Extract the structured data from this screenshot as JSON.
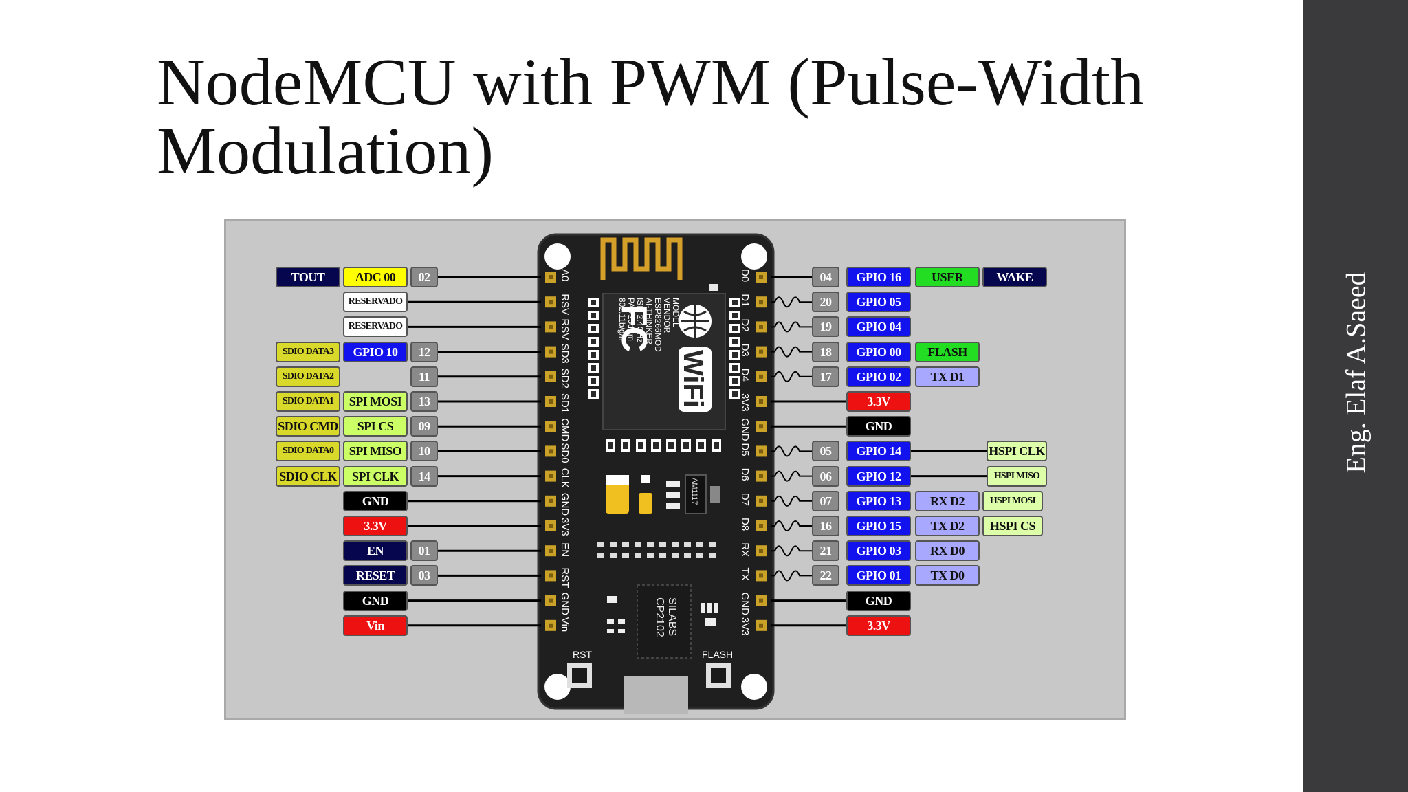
{
  "slide": {
    "title_line1": "NodeMCU with PWM (Pulse-Width",
    "title_line2": "Modulation)",
    "author": "Eng. Elaf A.Saeed"
  },
  "colors": {
    "navy": "#06064e",
    "yellow": "#ffff00",
    "white": "#ffffff",
    "olive": "#d9d92b",
    "blue": "#1212ee",
    "lime": "#ccff66",
    "black": "#000000",
    "red": "#ee1111",
    "green": "#22dd22",
    "lavender": "#a8a8ff",
    "pale": "#ddffaa",
    "gray": "#8a8a8a"
  },
  "board": {
    "left_pins": [
      "A0",
      "RSV",
      "RSV",
      "SD3",
      "SD2",
      "SD1",
      "CMD",
      "SD0",
      "CLK",
      "GND",
      "3V3",
      "EN",
      "RST",
      "GND",
      "Vin"
    ],
    "right_pins": [
      "D0",
      "D1",
      "D2",
      "D3",
      "D4",
      "3V3",
      "GND",
      "D5",
      "D6",
      "D7",
      "D8",
      "RX",
      "TX",
      "GND",
      "3V3"
    ],
    "module_text": [
      "MODEL",
      "VENDOR",
      "ESP8266MOD",
      "AI-THINKER",
      "ISM 2.4GHz",
      "PA +25dBm",
      "802.11b/g/n"
    ],
    "wifi_text": "WiFi",
    "fc_text": "FC",
    "regulator": "AM1117",
    "chip_text": [
      "SILABS",
      "CP2102"
    ],
    "rst_label": "RST",
    "flash_label": "FLASH"
  },
  "left_rows": [
    {
      "labels": [
        {
          "t": "TOUT",
          "c": "navy"
        },
        {
          "t": "ADC 00",
          "c": "yellow"
        },
        {
          "t": "02",
          "c": "gray"
        }
      ]
    },
    {
      "labels": [
        {
          "t": "RESERVADO",
          "c": "white"
        }
      ]
    },
    {
      "labels": [
        {
          "t": "RESERVADO",
          "c": "white"
        }
      ]
    },
    {
      "labels": [
        {
          "t": "SDIO DATA3",
          "c": "olive"
        },
        {
          "t": "GPIO 10",
          "c": "blue"
        },
        {
          "t": "12",
          "c": "gray"
        }
      ]
    },
    {
      "labels": [
        {
          "t": "SDIO DATA2",
          "c": "olive"
        },
        {
          "t": "11",
          "c": "gray"
        }
      ]
    },
    {
      "labels": [
        {
          "t": "SDIO DATA1",
          "c": "olive"
        },
        {
          "t": "SPI MOSI",
          "c": "lime"
        },
        {
          "t": "13",
          "c": "gray"
        }
      ]
    },
    {
      "labels": [
        {
          "t": "SDIO CMD",
          "c": "olive"
        },
        {
          "t": "SPI CS",
          "c": "lime"
        },
        {
          "t": "09",
          "c": "gray"
        }
      ]
    },
    {
      "labels": [
        {
          "t": "SDIO DATA0",
          "c": "olive"
        },
        {
          "t": "SPI MISO",
          "c": "lime"
        },
        {
          "t": "10",
          "c": "gray"
        }
      ]
    },
    {
      "labels": [
        {
          "t": "SDIO CLK",
          "c": "olive"
        },
        {
          "t": "SPI CLK",
          "c": "lime"
        },
        {
          "t": "14",
          "c": "gray"
        }
      ]
    },
    {
      "labels": [
        {
          "t": "GND",
          "c": "black"
        }
      ]
    },
    {
      "labels": [
        {
          "t": "3.3V",
          "c": "red"
        }
      ]
    },
    {
      "labels": [
        {
          "t": "EN",
          "c": "navy"
        },
        {
          "t": "01",
          "c": "gray"
        }
      ]
    },
    {
      "labels": [
        {
          "t": "RESET",
          "c": "navy"
        },
        {
          "t": "03",
          "c": "gray"
        }
      ]
    },
    {
      "labels": [
        {
          "t": "GND",
          "c": "black"
        }
      ]
    },
    {
      "labels": [
        {
          "t": "Vin",
          "c": "red"
        }
      ]
    }
  ],
  "right_rows": [
    {
      "pwm": false,
      "labels": [
        {
          "t": "04",
          "c": "gray"
        },
        {
          "t": "GPIO 16",
          "c": "blue"
        },
        {
          "t": "USER",
          "c": "green"
        },
        {
          "t": "WAKE",
          "c": "navy"
        }
      ]
    },
    {
      "pwm": true,
      "labels": [
        {
          "t": "20",
          "c": "gray"
        },
        {
          "t": "GPIO 05",
          "c": "blue"
        }
      ]
    },
    {
      "pwm": true,
      "labels": [
        {
          "t": "19",
          "c": "gray"
        },
        {
          "t": "GPIO 04",
          "c": "blue"
        }
      ]
    },
    {
      "pwm": true,
      "labels": [
        {
          "t": "18",
          "c": "gray"
        },
        {
          "t": "GPIO 00",
          "c": "blue"
        },
        {
          "t": "FLASH",
          "c": "green"
        }
      ]
    },
    {
      "pwm": true,
      "labels": [
        {
          "t": "17",
          "c": "gray"
        },
        {
          "t": "GPIO 02",
          "c": "blue"
        },
        {
          "t": "TX D1",
          "c": "lavender"
        }
      ]
    },
    {
      "pwm": false,
      "labels": [
        {
          "t": "3.3V",
          "c": "red"
        }
      ]
    },
    {
      "pwm": false,
      "labels": [
        {
          "t": "GND",
          "c": "black"
        }
      ]
    },
    {
      "pwm": true,
      "labels": [
        {
          "t": "05",
          "c": "gray"
        },
        {
          "t": "GPIO 14",
          "c": "blue"
        },
        {
          "t": "HSPI CLK",
          "c": "pale"
        }
      ]
    },
    {
      "pwm": true,
      "labels": [
        {
          "t": "06",
          "c": "gray"
        },
        {
          "t": "GPIO 12",
          "c": "blue"
        },
        {
          "t": "HSPI MISO",
          "c": "pale"
        }
      ]
    },
    {
      "pwm": true,
      "labels": [
        {
          "t": "07",
          "c": "gray"
        },
        {
          "t": "GPIO 13",
          "c": "blue"
        },
        {
          "t": "RX D2",
          "c": "lavender"
        },
        {
          "t": "HSPI MOSI",
          "c": "pale"
        }
      ]
    },
    {
      "pwm": true,
      "labels": [
        {
          "t": "16",
          "c": "gray"
        },
        {
          "t": "GPIO 15",
          "c": "blue"
        },
        {
          "t": "TX D2",
          "c": "lavender"
        },
        {
          "t": "HSPI CS",
          "c": "pale"
        }
      ]
    },
    {
      "pwm": true,
      "labels": [
        {
          "t": "21",
          "c": "gray"
        },
        {
          "t": "GPIO 03",
          "c": "blue"
        },
        {
          "t": "RX D0",
          "c": "lavender"
        }
      ]
    },
    {
      "pwm": true,
      "labels": [
        {
          "t": "22",
          "c": "gray"
        },
        {
          "t": "GPIO 01",
          "c": "blue"
        },
        {
          "t": "TX D0",
          "c": "lavender"
        }
      ]
    },
    {
      "pwm": false,
      "labels": [
        {
          "t": "GND",
          "c": "black"
        }
      ]
    },
    {
      "pwm": false,
      "labels": [
        {
          "t": "3.3V",
          "c": "red"
        }
      ]
    }
  ]
}
